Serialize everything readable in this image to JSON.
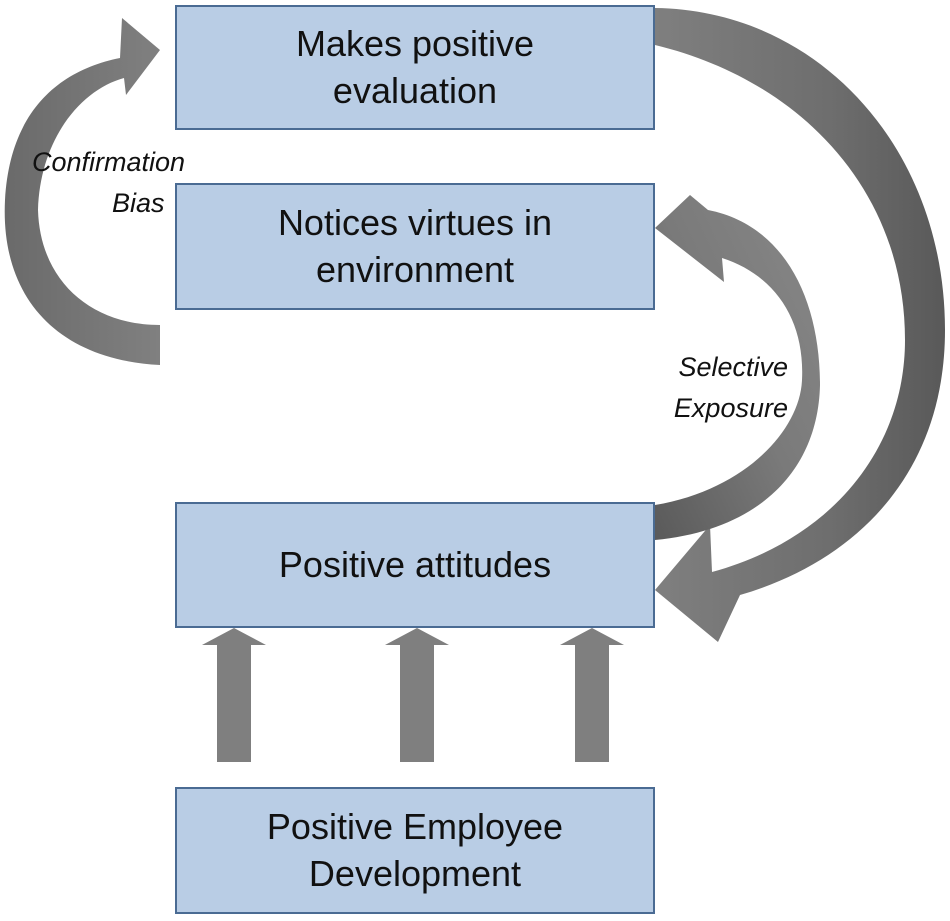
{
  "colors": {
    "box_fill": "#b9cde5",
    "box_border": "#4a6b93",
    "arrow": "#7f7f7f",
    "arrow_dark": "#595959"
  },
  "boxes": {
    "evaluation": {
      "line1": "Makes positive",
      "line2": "evaluation"
    },
    "virtues": {
      "line1": "Notices virtues in",
      "line2": "environment"
    },
    "attitudes": {
      "line1": "Positive attitudes"
    },
    "development": {
      "line1": "Positive Employee",
      "line2": "Development"
    }
  },
  "labels": {
    "confirmation_bias": {
      "line1": "Confirmation",
      "line2": "Bias"
    },
    "selective_exposure": {
      "line1": "Selective",
      "line2": "Exposure"
    }
  }
}
